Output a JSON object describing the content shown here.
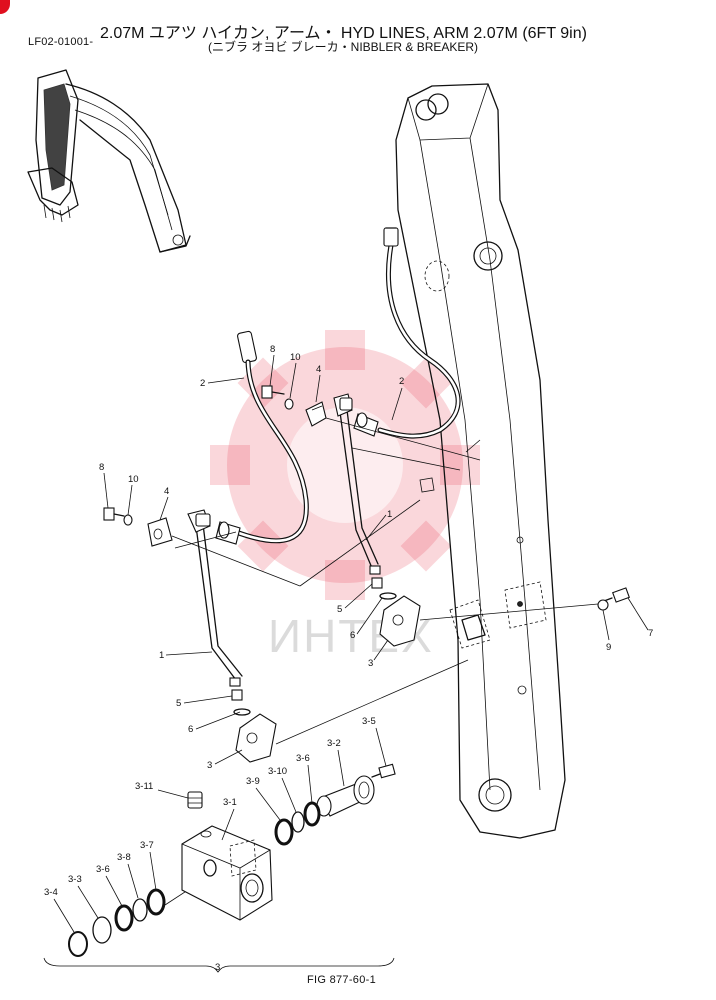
{
  "header": {
    "code": "LF02-01001-",
    "title": "2.07M ユアツ ハイカン, アーム・ HYD LINES, ARM 2.07M (6FT 9in)",
    "subtitle": "(ニブラ オヨビ ブレーカ・NIBBLER & BREAKER)"
  },
  "watermark": {
    "text": "ИНТЕХ",
    "color": "#e8495a"
  },
  "callouts": [
    "2",
    "8",
    "10",
    "4",
    "2",
    "8",
    "10",
    "4",
    "1",
    "1",
    "5",
    "6",
    "3",
    "5",
    "6",
    "3",
    "9",
    "7",
    "3-5",
    "3-2",
    "3-10",
    "3-6",
    "3-9",
    "3-11",
    "3-1",
    "3-7",
    "3-8",
    "3-6",
    "3-3",
    "3-4",
    "3"
  ],
  "footer": {
    "figure": "FIG 877-60-1"
  },
  "accent": "#e0101f"
}
